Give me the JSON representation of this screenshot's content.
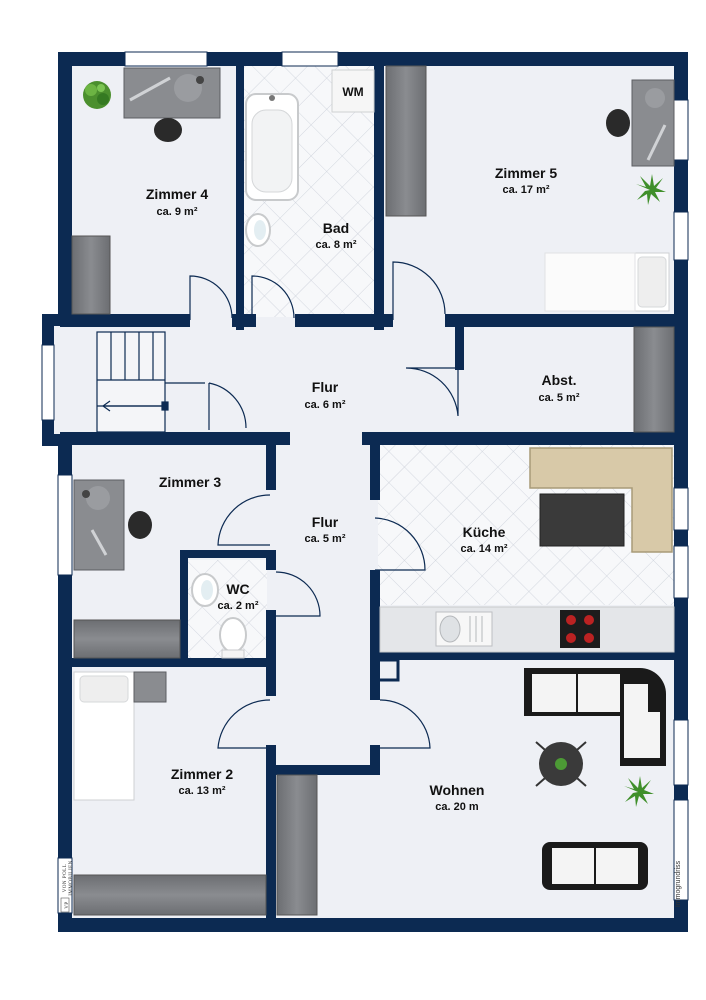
{
  "colors": {
    "wall": "#0c2a52",
    "floor": "#eef0f5",
    "tile_line": "#c9ced8",
    "cabinet": "#77797d",
    "counter": "#e4e6e9",
    "plant": "#3f8f2a"
  },
  "rooms": {
    "zimmer4": {
      "name": "Zimmer 4",
      "area": "ca. 9 m²"
    },
    "bad": {
      "name": "Bad",
      "area": "ca. 8 m²"
    },
    "zimmer5": {
      "name": "Zimmer 5",
      "area": "ca. 17 m²"
    },
    "flur1": {
      "name": "Flur",
      "area": "ca. 6 m²"
    },
    "abst": {
      "name": "Abst.",
      "area": "ca. 5 m²"
    },
    "zimmer3": {
      "name": "Zimmer 3",
      "area": ""
    },
    "flur2": {
      "name": "Flur",
      "area": "ca. 5 m²"
    },
    "kueche": {
      "name": "Küche",
      "area": "ca. 14 m²"
    },
    "wc": {
      "name": "WC",
      "area": "ca. 2 m²"
    },
    "zimmer2": {
      "name": "Zimmer 2",
      "area": "ca. 13 m²"
    },
    "wohnen": {
      "name": "Wohnen",
      "area": "ca. 20 m"
    }
  },
  "fixtures": {
    "washing_machine": "WM"
  },
  "branding": {
    "logo_mark": "VP",
    "logo_text": "VON POLL",
    "logo_sub": "IMMOBILIEN",
    "credit": "Immogrundriss"
  }
}
